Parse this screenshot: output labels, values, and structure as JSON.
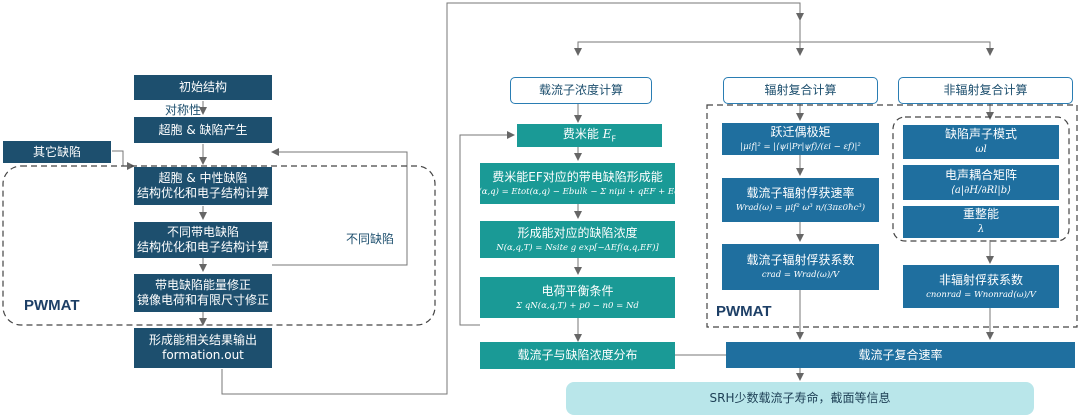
{
  "left": {
    "initial_structure": "初始结构",
    "symmetry_label": "对称性",
    "supercell_defect": "超胞 & 缺陷产生",
    "other_defect": "其它缺陷",
    "neutral_defect_line1": "超胞 & 中性缺陷",
    "neutral_defect_line2": "结构优化和电子结构计算",
    "charged_defect_line1": "不同带电缺陷",
    "charged_defect_line2": "结构优化和电子结构计算",
    "different_defect_label": "不同缺陷",
    "energy_correction_line1": "带电缺陷能量修正",
    "energy_correction_line2": "镜像电荷和有限尺寸修正",
    "output_line1": "形成能相关结果输出",
    "output_line2": "formation.out",
    "logo": "PWMAT"
  },
  "headers": {
    "carrier_concentration": "载流子浓度计算",
    "radiative": "辐射复合计算",
    "nonradiative": "非辐射复合计算"
  },
  "middle": {
    "fermi_label": "费米能 ",
    "fermi_symbol": "E",
    "fermi_sub": "F",
    "formation_energy_title": "费米能EF对应的带电缺陷形成能",
    "formation_energy_formula": "ΔEf(α,q) = Etot(α,q) − Ebulk − Σ niμi + qEF + Ecorr",
    "defect_conc_title": "形成能对应的缺陷浓度",
    "defect_conc_formula": "N(α,q,T) = Nsite g exp[−ΔEf(α,q,EF)]",
    "charge_balance_title": "电荷平衡条件",
    "charge_balance_formula": "Σ qN(α,q,T) + p0 − n0 = Nd",
    "carrier_defect_dist": "载流子与缺陷浓度分布"
  },
  "radiative": {
    "dipole_title": "跃迁偶极矩",
    "dipole_formula": "|μif|² = |⟨ψi|Pr|ψf⟩/(εi − εf)|²",
    "rate_title": "载流子辐射俘获速率",
    "rate_formula": "Wrad(ω) = μif² ω³ n/(3πε0ħc³)",
    "coeff_title": "载流子辐射俘获系数",
    "coeff_formula": "crad = Wrad(ω)/V",
    "logo": "PWMAT"
  },
  "nonradiative": {
    "phonon_title": "缺陷声子模式",
    "phonon_symbol": "ωl",
    "coupling_title": "电声耦合矩阵",
    "coupling_formula": "⟨a|∂H/∂Rl|b⟩",
    "reorg_title": "重整能",
    "reorg_symbol": "λ",
    "coeff_title": "非辐射俘获系数",
    "coeff_formula": "cnonrad = Wnonrad(ω)/V"
  },
  "bottom": {
    "recombination_rate": "载流子复合速率",
    "srh_info": "SRH少数载流子寿命，截面等信息"
  },
  "colors": {
    "navy": "#1d4f6e",
    "teal": "#1a9a96",
    "blue": "#1f6f9f",
    "light": "#b9e6ea",
    "outline": "#2a7db3"
  }
}
